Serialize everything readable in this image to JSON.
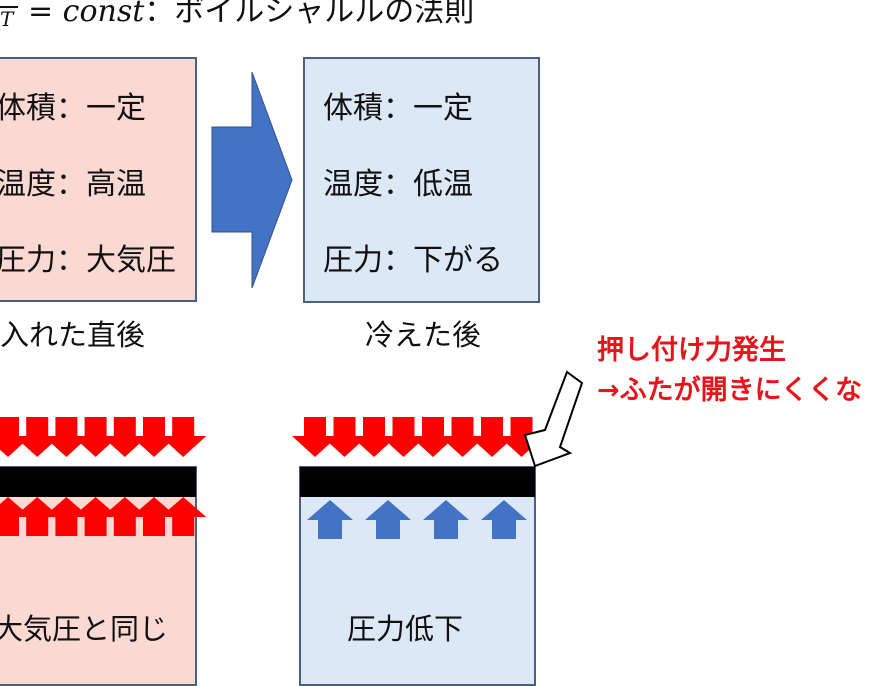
{
  "title": {
    "fraction_denominator": "T",
    "const": "= const",
    "rest": "：ボイルシャルルの法則"
  },
  "before": {
    "lines": [
      "体積：一定",
      "温度：高温",
      "圧力：大気圧"
    ],
    "caption": "入れた直後",
    "bottom_label": "大気圧と同じ"
  },
  "after": {
    "lines": [
      "体積：一定",
      "温度：低温",
      "圧力：下がる"
    ],
    "caption": "冷えた後",
    "bottom_label": "圧力低下"
  },
  "note": {
    "line1": "押し付け力発生",
    "line2": "→ふたが開きにくくな"
  },
  "colors": {
    "red": "#ff0000",
    "blue_arrow": "#4472c4",
    "pink": "#fbd9d3",
    "light_blue": "#dce8f5"
  }
}
